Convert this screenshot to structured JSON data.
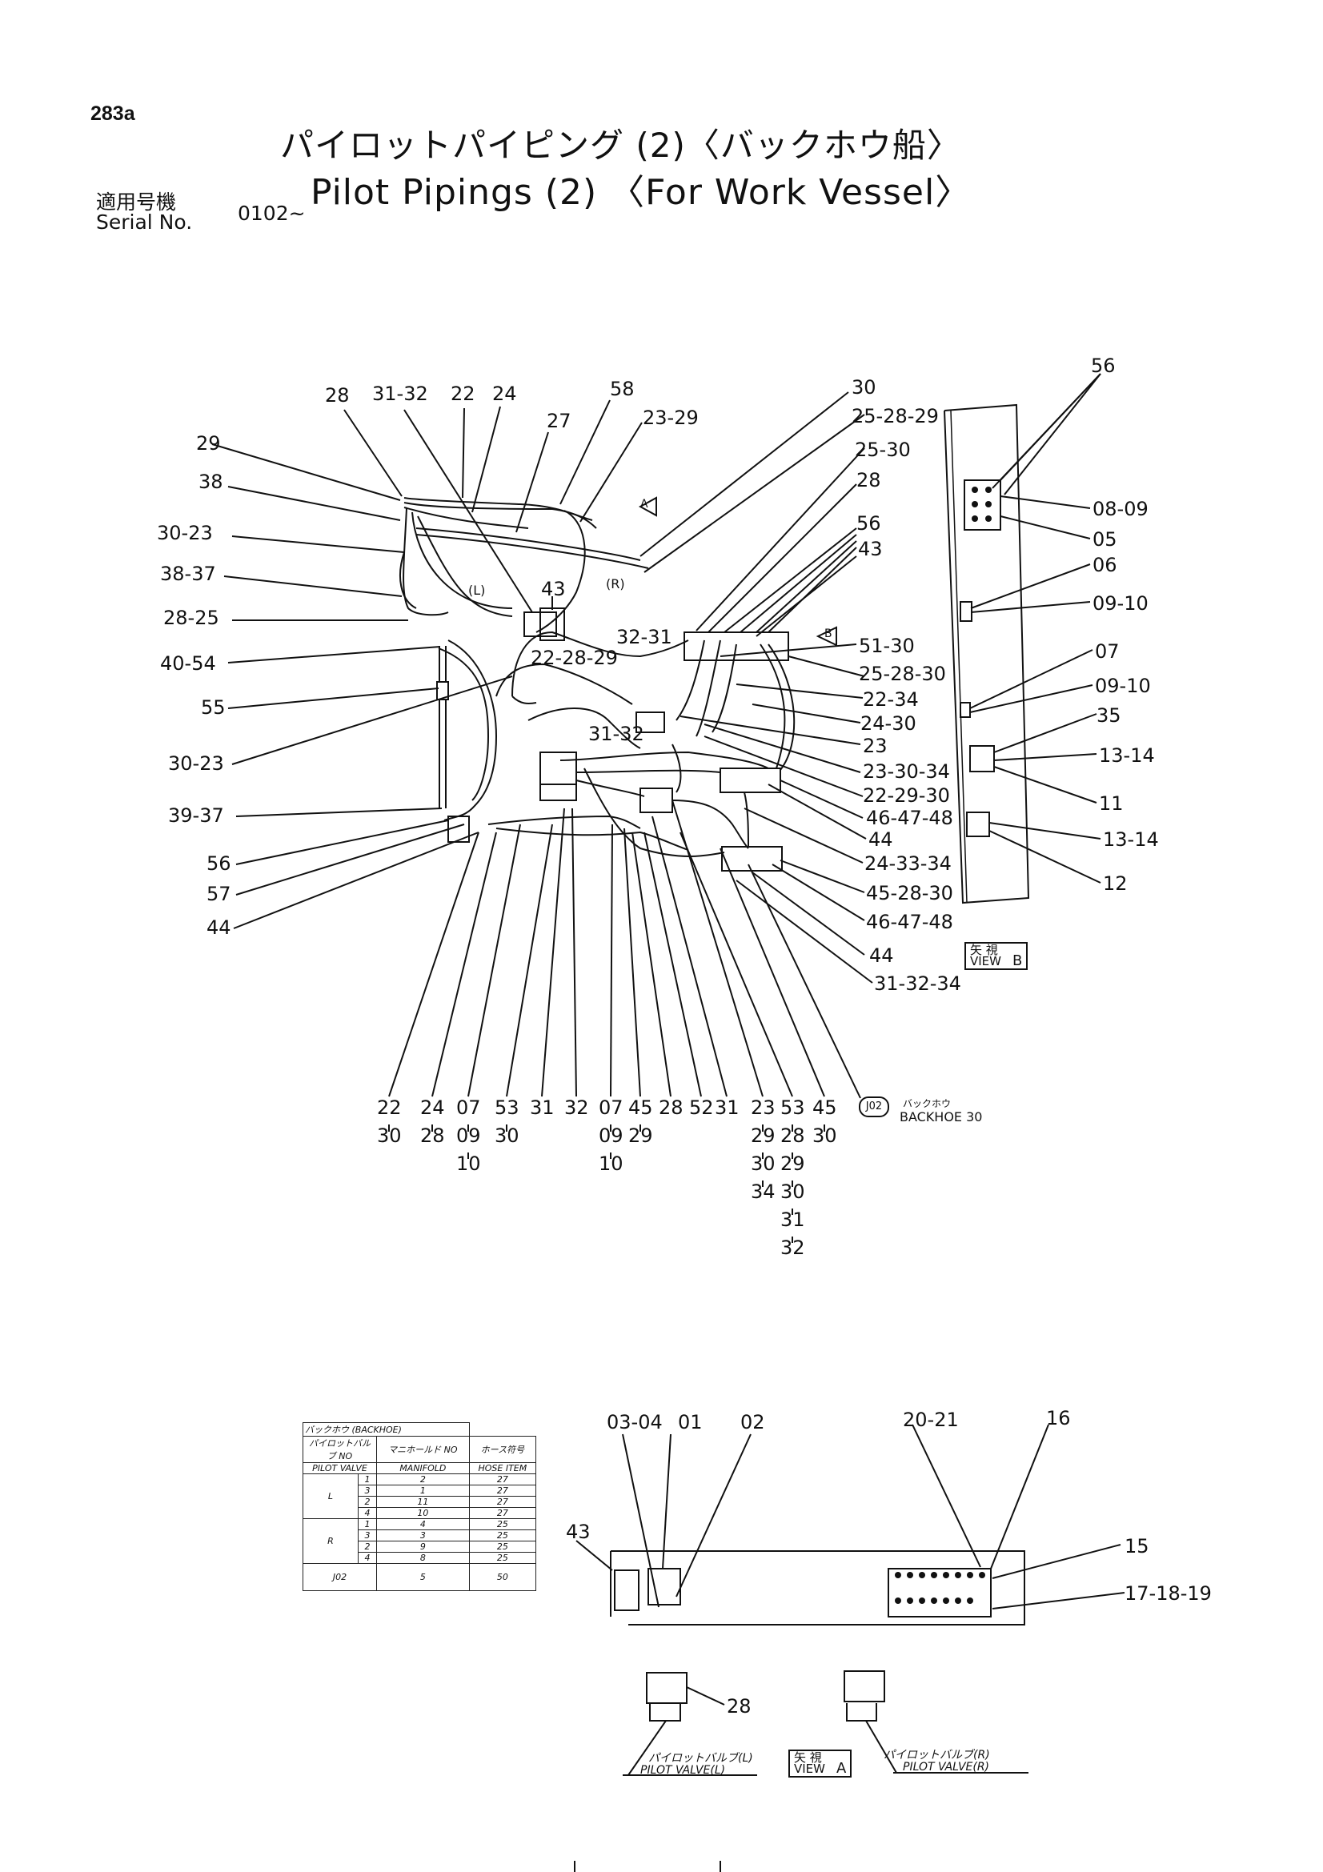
{
  "page_number": "283a",
  "title_jp": "パイロットパイピング (2)〈バックホウ船〉",
  "title_en": "Pilot Pipings (2) 〈For Work Vessel〉",
  "serial_label_jp": "適用号機",
  "serial_label_en": "Serial No.",
  "serial_value": "0102~",
  "callouts": {
    "c28a": "28",
    "c3132a": "31-32",
    "c22a": "22",
    "c24a": "24",
    "c58": "58",
    "c27": "27",
    "c2329a": "23-29",
    "c30a": "30",
    "c252829a": "25-28-29",
    "c2530": "25-30",
    "c28b": "28",
    "c56a": "56",
    "c43a": "43",
    "c29": "29",
    "c38": "38",
    "c3023a": "30-23",
    "c3837": "38-37",
    "c2825": "28-25",
    "c4054": "40-54",
    "c55": "55",
    "c3023b": "30-23",
    "c3937": "39-37",
    "c56b": "56",
    "c57": "57",
    "c44a": "44",
    "c43b": "43",
    "c222829": "22-28-29",
    "c3231": "32-31",
    "c3132b": "31-32",
    "c5130": "51-30",
    "c252830": "25-28-30",
    "c2234": "22-34",
    "c2430": "24-30",
    "c23": "23",
    "c233034": "23-30-34",
    "c222930": "22-29-30",
    "c464748a": "46-47-48",
    "c44b": "44",
    "c243334": "24-33-34",
    "c452830": "45-28-30",
    "c464748b": "46-47-48",
    "c44c": "44",
    "c313234": "31-32-34",
    "c56c": "56",
    "c0809": "08-09",
    "c05": "05",
    "c06": "06",
    "c0910a": "09-10",
    "c07": "07",
    "c0910b": "09-10",
    "c35": "35",
    "c1314a": "13-14",
    "c11": "11",
    "c1314b": "13-14",
    "c12": "12",
    "cA": "A",
    "cB": "B",
    "cL": "(L)",
    "cR": "(R)"
  },
  "bottom_stacks": [
    [
      "22",
      "30"
    ],
    [
      "24",
      "28"
    ],
    [
      "07",
      "09",
      "10"
    ],
    [
      "53",
      "30"
    ],
    [
      "31"
    ],
    [
      "32"
    ],
    [
      "07",
      "09",
      "10"
    ],
    [
      "45",
      "29"
    ],
    [
      "28"
    ],
    [
      "52"
    ],
    [
      "31"
    ],
    [
      "23",
      "29",
      "30",
      "34"
    ],
    [
      "53",
      "28",
      "29",
      "30",
      "31",
      "32"
    ],
    [
      "45",
      "30"
    ]
  ],
  "j02_badge": "J02",
  "backhoe_jp": "バックホウ",
  "backhoe_en": "BACKHOE 30",
  "view_b": {
    "jp": "矢 視",
    "en": "VIEW",
    "letter": "B"
  },
  "view_a": {
    "jp": "矢 視",
    "en": "VIEW",
    "letter": "A"
  },
  "table": {
    "title": "バックホウ (BACKHOE)",
    "headers_jp": [
      "パイロットバルブ NO",
      "マニホールド NO",
      "ホース符号"
    ],
    "headers_en": [
      "PILOT VALVE",
      "MANIFOLD",
      "HOSE ITEM"
    ],
    "groups": [
      {
        "name": "L",
        "rows": [
          [
            "1",
            "2",
            "27"
          ],
          [
            "3",
            "1",
            "27"
          ],
          [
            "2",
            "11",
            "27"
          ],
          [
            "4",
            "10",
            "27"
          ]
        ]
      },
      {
        "name": "R",
        "rows": [
          [
            "1",
            "4",
            "25"
          ],
          [
            "3",
            "3",
            "25"
          ],
          [
            "2",
            "9",
            "25"
          ],
          [
            "4",
            "8",
            "25"
          ]
        ]
      }
    ],
    "footer": [
      "J02",
      "5",
      "50"
    ]
  },
  "lower_callouts": {
    "c0304": "03-04",
    "c01": "01",
    "c02": "02",
    "c2021": "20-21",
    "c16": "16",
    "c43": "43",
    "c15": "15",
    "c171819": "17-18-19",
    "c28": "28"
  },
  "pilot_valve_l": {
    "jp": "パイロットバルブ(L)",
    "en": "PILOT VALVE(L)"
  },
  "pilot_valve_r": {
    "jp": "パイロットバルブ(R)",
    "en": "PILOT VALVE(R)"
  }
}
